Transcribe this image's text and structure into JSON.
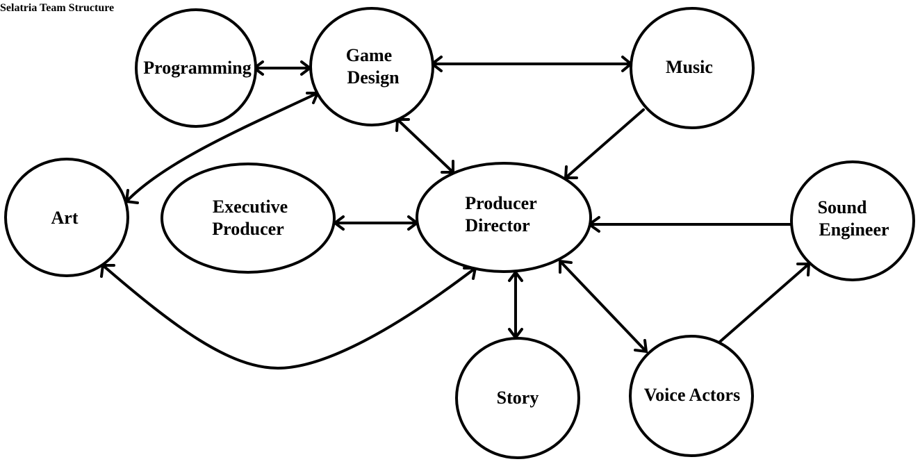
{
  "title": "Selatria Team Structure",
  "nodes": {
    "programming": {
      "lines": [
        "Programming"
      ]
    },
    "game_design": {
      "lines": [
        "Game",
        "Design"
      ]
    },
    "music": {
      "lines": [
        "Music"
      ]
    },
    "art": {
      "lines": [
        "Art"
      ]
    },
    "executive_producer": {
      "lines": [
        "Executive",
        "Producer"
      ]
    },
    "producer_director": {
      "lines": [
        "Producer",
        "Director"
      ]
    },
    "sound_engineer": {
      "lines": [
        "Sound",
        "Engineer"
      ]
    },
    "story": {
      "lines": [
        "Story"
      ]
    },
    "voice_actors": {
      "lines": [
        "Voice Actors"
      ]
    }
  },
  "edges": [
    {
      "from": "Programming",
      "to": "Game Design",
      "direction": "both"
    },
    {
      "from": "Game Design",
      "to": "Music",
      "direction": "both"
    },
    {
      "from": "Game Design",
      "to": "Art",
      "direction": "both"
    },
    {
      "from": "Game Design",
      "to": "Producer Director",
      "direction": "both"
    },
    {
      "from": "Music",
      "to": "Producer Director",
      "direction": "forward"
    },
    {
      "from": "Executive Producer",
      "to": "Producer Director",
      "direction": "both"
    },
    {
      "from": "Sound Engineer",
      "to": "Producer Director",
      "direction": "forward"
    },
    {
      "from": "Art",
      "to": "Producer Director",
      "direction": "both"
    },
    {
      "from": "Producer Director",
      "to": "Story",
      "direction": "both"
    },
    {
      "from": "Producer Director",
      "to": "Voice Actors",
      "direction": "both"
    },
    {
      "from": "Voice Actors",
      "to": "Sound Engineer",
      "direction": "forward"
    }
  ]
}
